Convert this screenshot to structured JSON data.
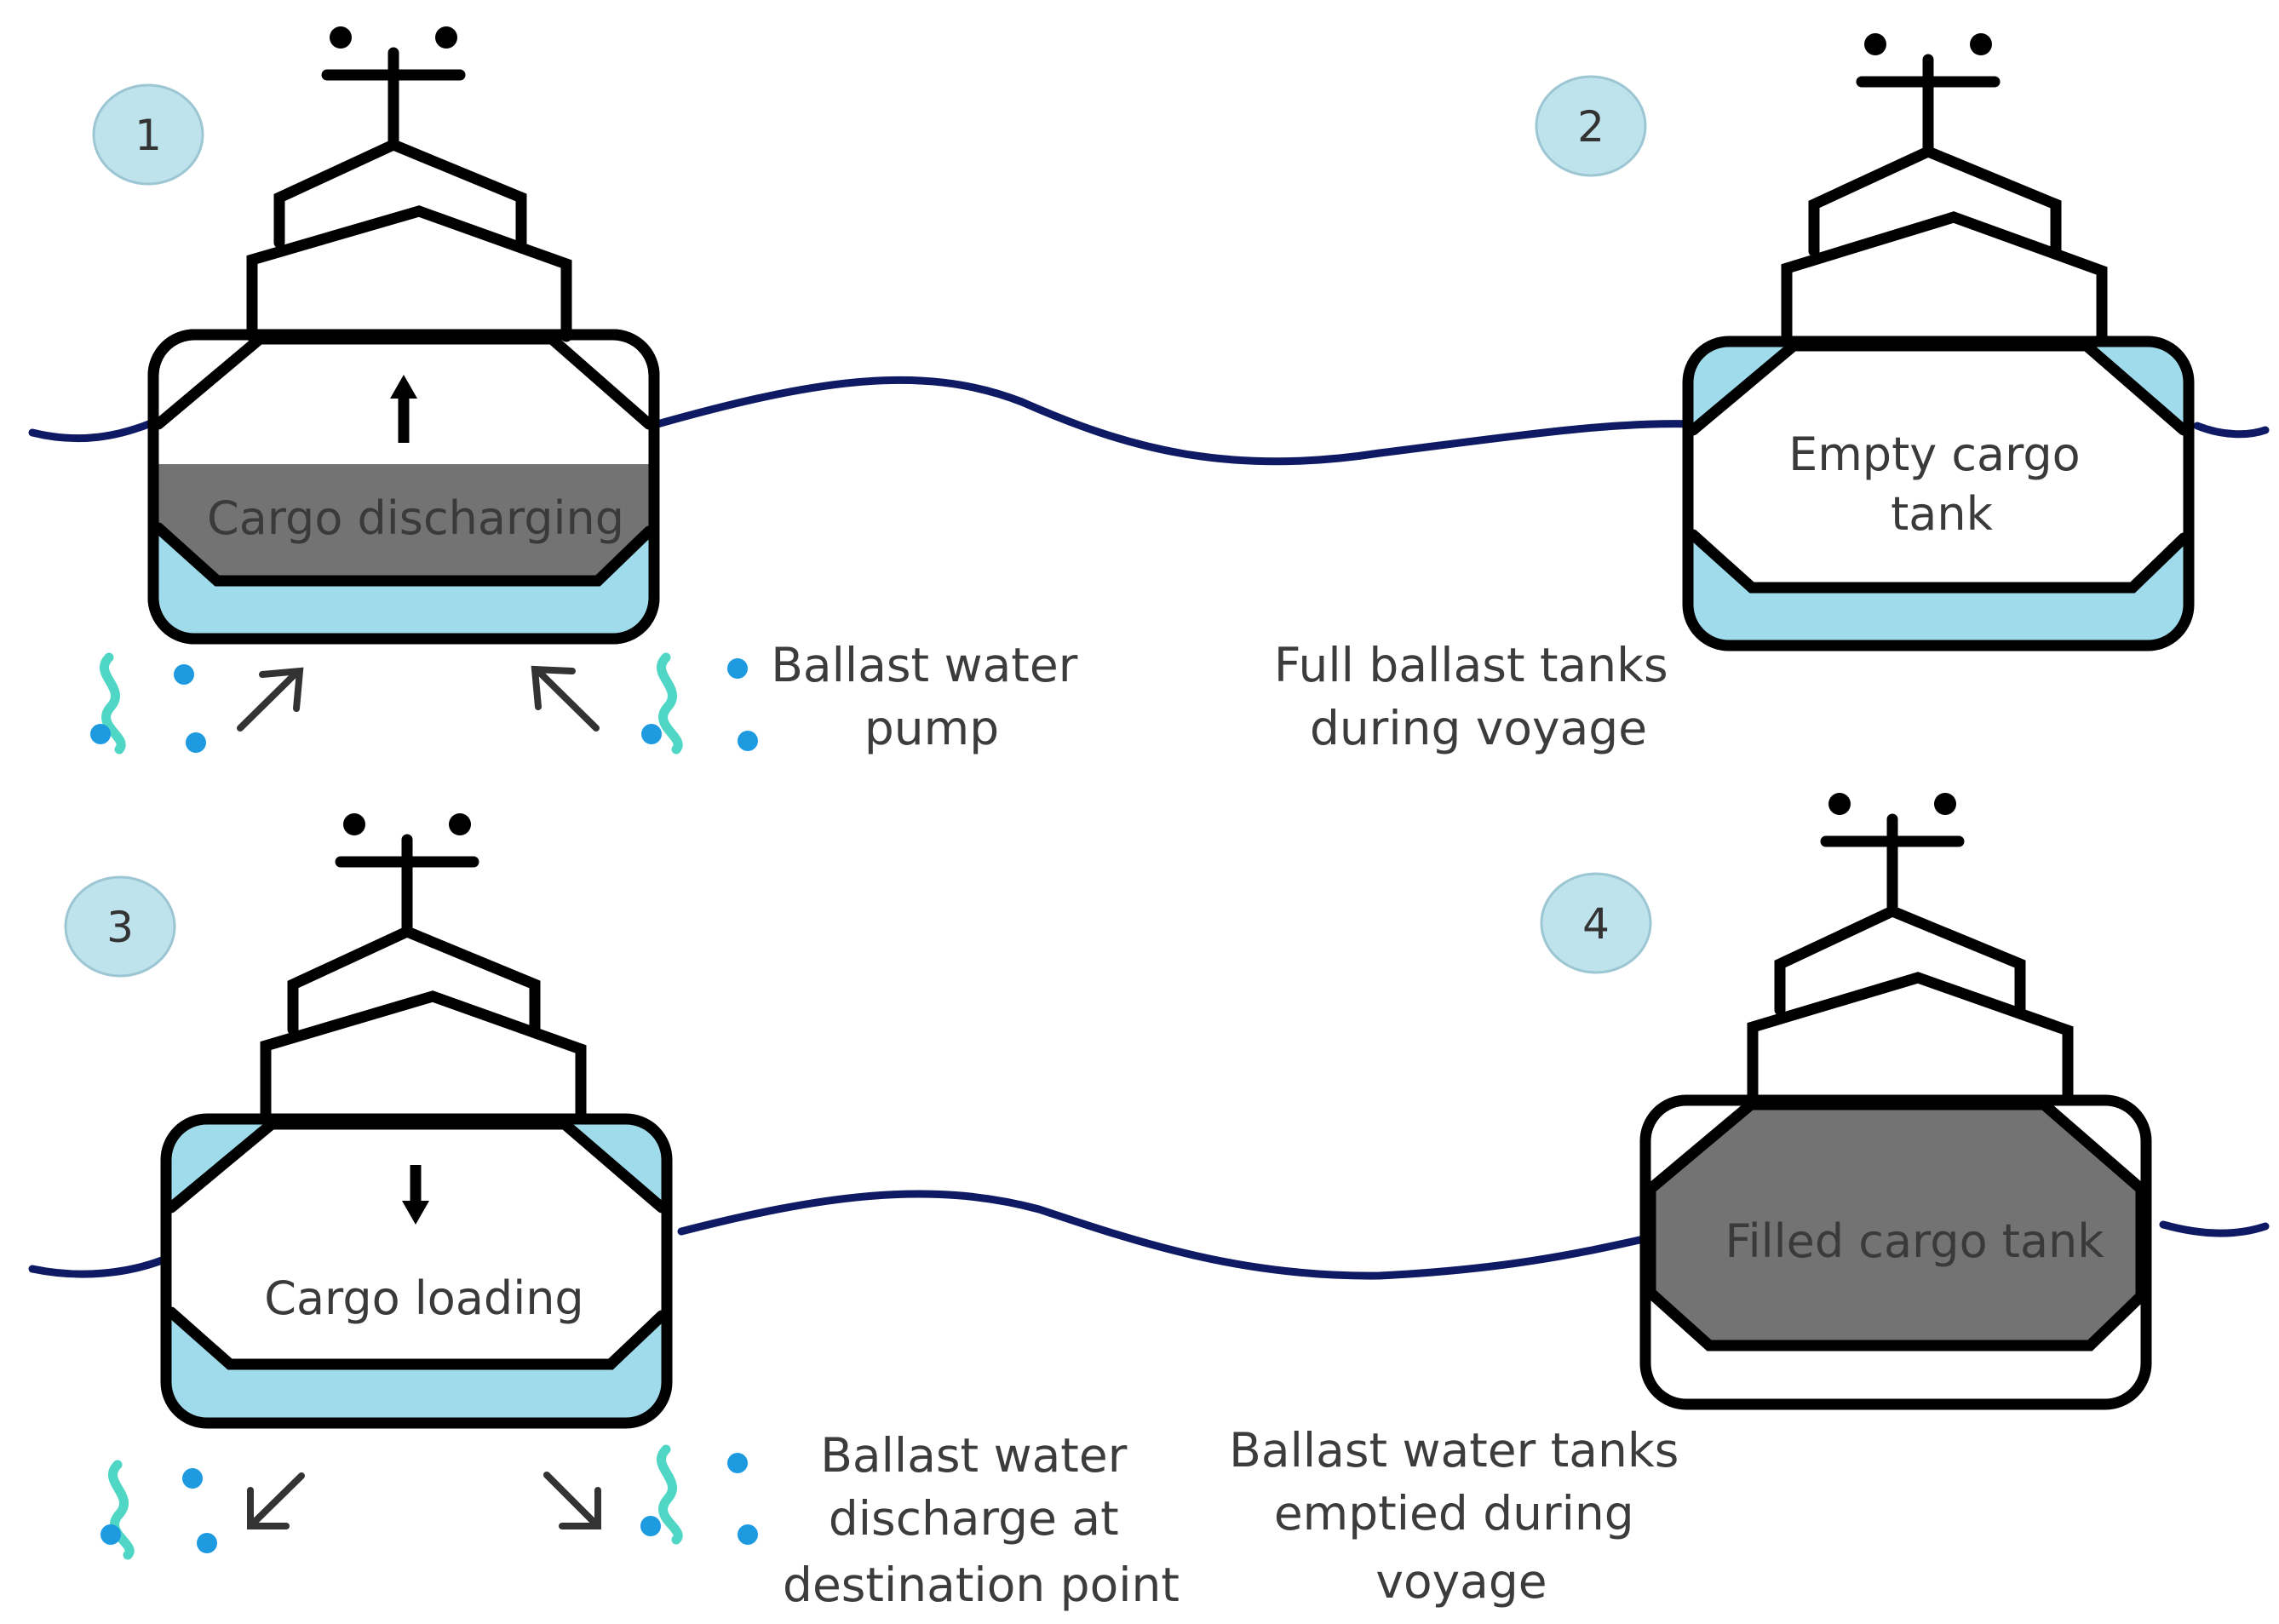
{
  "colors": {
    "ballast_water": "#9fdbea",
    "cargo": "#737373",
    "outline": "#000000",
    "sea_line": "#0e1a63",
    "step_badge": "#bfe3ec",
    "droplet": "#1e9be0",
    "squiggle": "#4fd6c4"
  },
  "steps": [
    {
      "number": "1",
      "tank_label": [
        "Cargo discharging"
      ],
      "caption": [
        "Ballast water",
        "pump"
      ]
    },
    {
      "number": "2",
      "tank_label": [
        "Empty cargo",
        "tank"
      ],
      "caption": [
        "Full ballast tanks",
        "during voyage"
      ]
    },
    {
      "number": "3",
      "tank_label": [
        "Cargo loading"
      ],
      "caption": [
        "Ballast water",
        "discharge at",
        "destination point"
      ]
    },
    {
      "number": "4",
      "tank_label": [
        "Filled cargo tank"
      ],
      "caption": [
        "Ballast water tanks",
        "emptied during",
        "voyage"
      ]
    }
  ],
  "icons": {
    "arrow_up": "arrow-up-icon",
    "arrow_down": "arrow-down-icon",
    "inflow": "arrow-diagonal-in-icon",
    "outflow": "arrow-diagonal-out-icon",
    "water": "water-squiggle-icon"
  }
}
